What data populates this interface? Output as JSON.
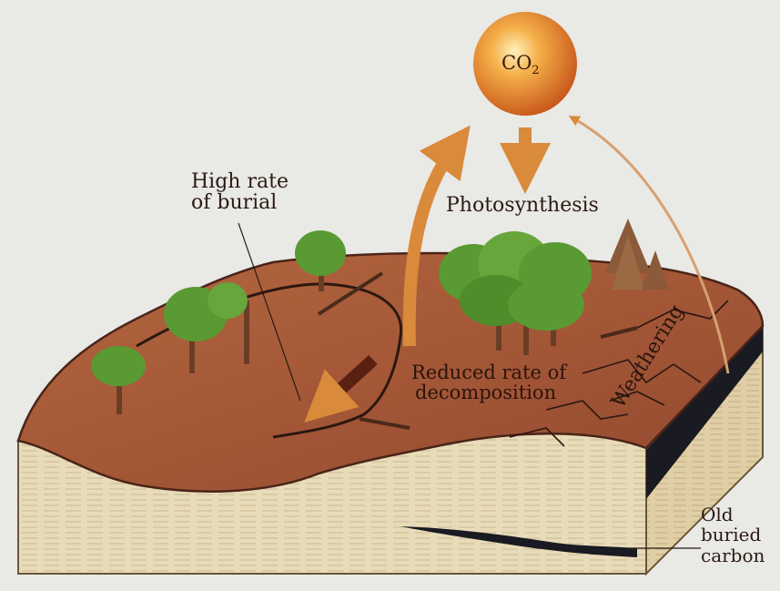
{
  "co2": {
    "text": "CO",
    "subscript": "2"
  },
  "labels": {
    "photosynthesis": "Photosynthesis",
    "high_rate_line1": "High rate",
    "high_rate_line2": "of burial",
    "reduced_line1": "Reduced rate of",
    "reduced_line2": "decomposition",
    "weathering": "Weathering",
    "old_line1": "Old",
    "old_line2": "buried",
    "old_line3": "carbon"
  },
  "colors": {
    "background": "#e9e9e6",
    "soil_top": "#a4583a",
    "sediment": "#e6d8b6",
    "coal": "#1a1a22",
    "arrow": "#d98a3a",
    "co2_sun": "#e98a1e",
    "tree": "#5a9a32"
  }
}
